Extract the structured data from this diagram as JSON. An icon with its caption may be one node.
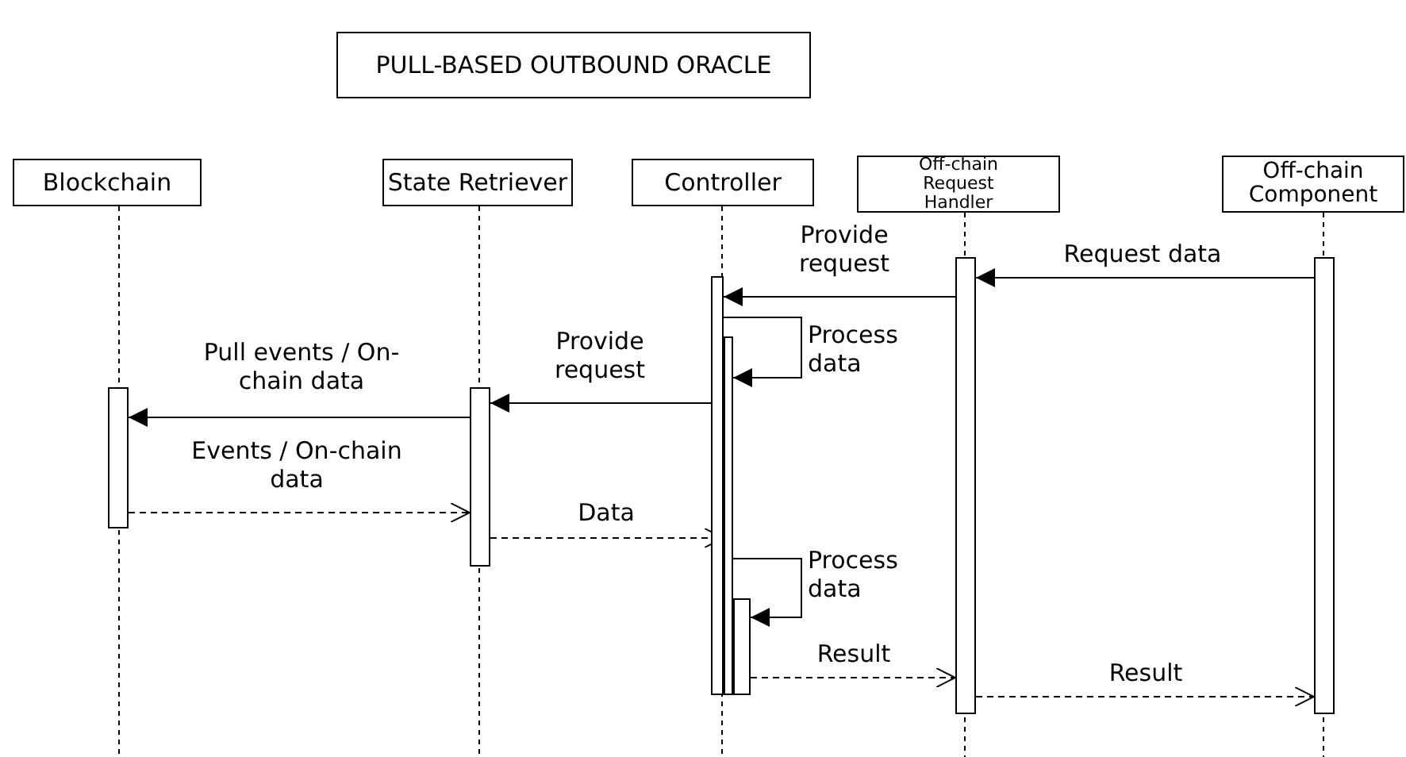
{
  "diagram": {
    "title": "PULL-BASED OUTBOUND ORACLE",
    "nodes": [
      {
        "text": [
          "Blockchain"
        ]
      },
      {
        "text": [
          "State Retriever"
        ]
      },
      {
        "text": [
          "Controller"
        ]
      },
      {
        "text": [
          "Off-chain Request Handler"
        ]
      },
      {
        "text": [
          "Off-chain Component"
        ]
      },
      {
        "text": [],
        "shape": "bar"
      },
      {
        "text": [],
        "shape": "bar"
      },
      {
        "text": [],
        "shape": "bar"
      },
      {
        "text": [],
        "shape": "bar"
      },
      {
        "text": [],
        "shape": "bar"
      },
      {
        "text": [],
        "shape": "bar"
      },
      {
        "text": [],
        "shape": "bar"
      }
    ],
    "edges": [
      {
        "from": 11,
        "to": 10,
        "arrow": "to",
        "label": "Request data"
      },
      {
        "from": 10,
        "to": 7,
        "arrow": "to",
        "label": "Provide request"
      },
      {
        "from": 7,
        "to": 8,
        "arrow": "to",
        "label": "Process data"
      },
      {
        "from": 8,
        "to": 6,
        "arrow": "to",
        "label": "Provide request"
      },
      {
        "from": 6,
        "to": 5,
        "arrow": "to",
        "label": "Pull events / On-chain data"
      },
      {
        "from": 5,
        "to": 6,
        "arrow": "to",
        "label": "Events / On-chain data",
        "style": "dashed"
      },
      {
        "from": 6,
        "to": 8,
        "arrow": "to",
        "label": "Data",
        "style": "dashed"
      },
      {
        "from": 8,
        "to": 9,
        "arrow": "to",
        "label": "Process data"
      },
      {
        "from": 9,
        "to": 10,
        "arrow": "to",
        "label": "Result",
        "style": "dashed"
      },
      {
        "from": 10,
        "to": 11,
        "arrow": "to",
        "label": "Result",
        "style": "dashed"
      }
    ]
  }
}
